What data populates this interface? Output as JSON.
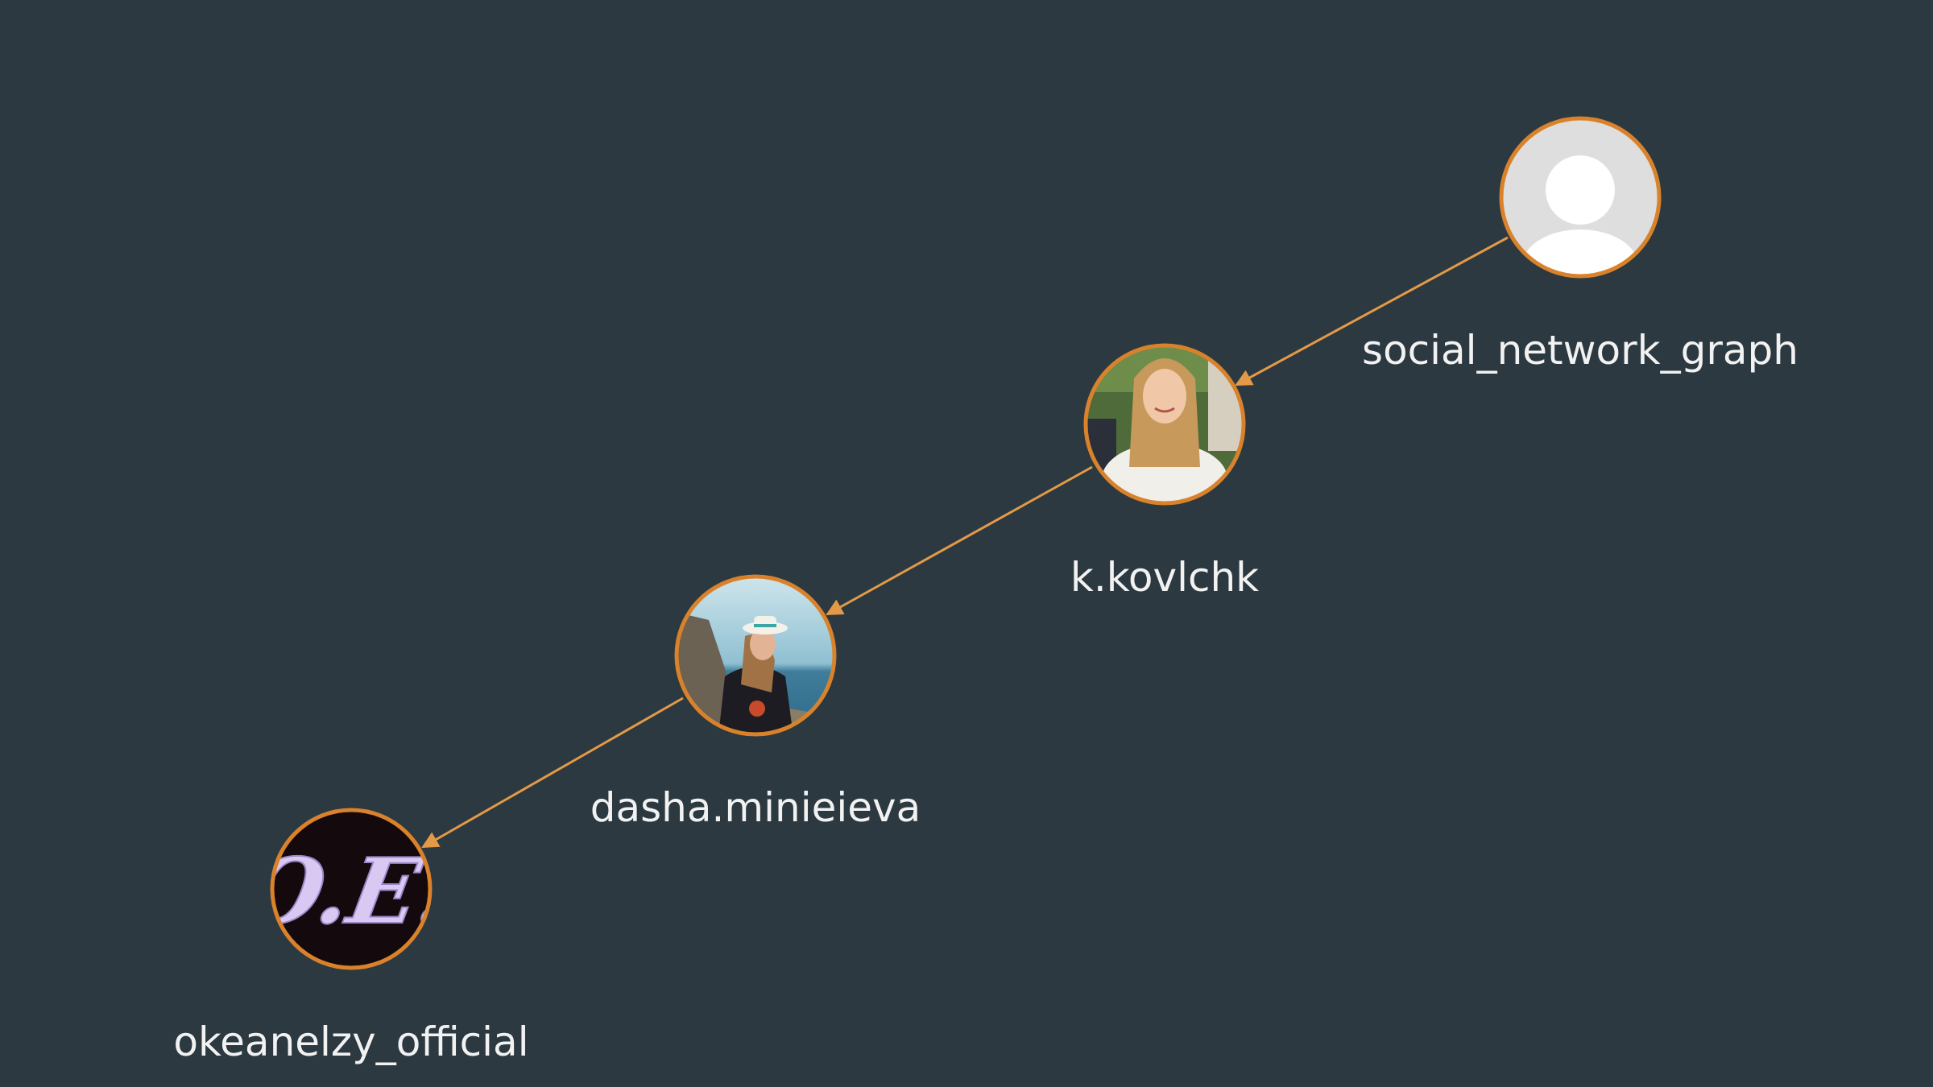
{
  "graph": {
    "background": "#2c3940",
    "edge_color": "#e39a48",
    "node_border_color": "#d9822b",
    "nodes": [
      {
        "id": "social_network_graph",
        "label": "social_network_graph",
        "avatar": "default-user-icon"
      },
      {
        "id": "k.kovlchk",
        "label": "k.kovlchk",
        "avatar": "profile-photo"
      },
      {
        "id": "dasha.minieieva",
        "label": "dasha.minieieva",
        "avatar": "profile-photo"
      },
      {
        "id": "okeanelzy_official",
        "label": "okeanelzy_official",
        "avatar": "logo",
        "logo_text": "O.E."
      }
    ],
    "edges": [
      {
        "from": "social_network_graph",
        "to": "k.kovlchk"
      },
      {
        "from": "k.kovlchk",
        "to": "dasha.minieieva"
      },
      {
        "from": "dasha.minieieva",
        "to": "okeanelzy_official"
      }
    ]
  }
}
